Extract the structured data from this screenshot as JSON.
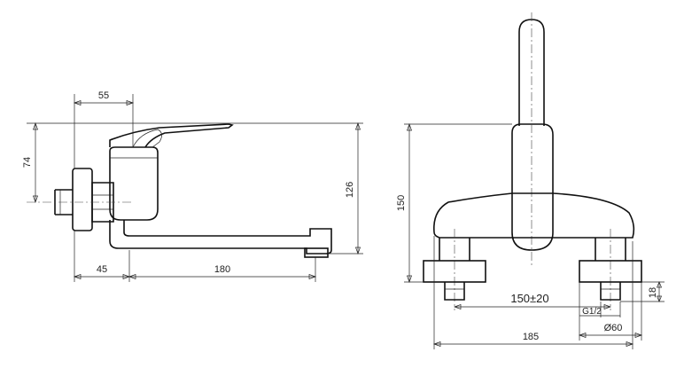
{
  "side_view": {
    "dim_top": "55",
    "dim_left": "74",
    "dim_right": "126",
    "dim_bottom_left": "45",
    "dim_bottom_right": "180"
  },
  "front_view": {
    "dim_height": "150",
    "dim_spacing": "150±20",
    "dim_thread": "G1/2",
    "dim_diameter": "Ø60",
    "dim_width": "185",
    "dim_flange": "18"
  }
}
